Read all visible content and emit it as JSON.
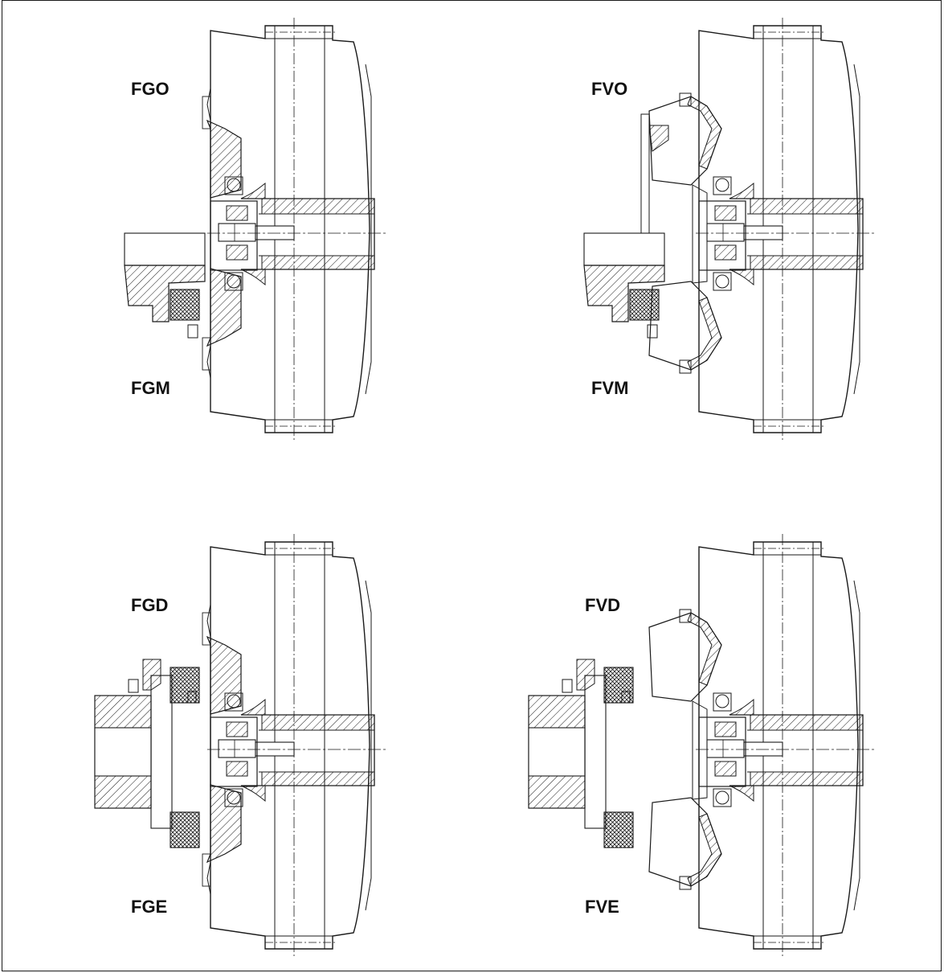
{
  "drawing": {
    "views": [
      {
        "id": "fg-top",
        "variant": "G",
        "labels": {
          "upper": "FGO",
          "lower": "FGM"
        }
      },
      {
        "id": "fv-top",
        "variant": "V",
        "labels": {
          "upper": "FVO",
          "lower": "FVM"
        }
      },
      {
        "id": "fg-bottom",
        "variant": "G",
        "labels": {
          "upper": "FGD",
          "lower": "FGE"
        }
      },
      {
        "id": "fv-bottom",
        "variant": "V",
        "labels": {
          "upper": "FVD",
          "lower": "FVE"
        }
      }
    ],
    "colors": {
      "line": "#1a1a1a",
      "background": "#ffffff"
    }
  }
}
